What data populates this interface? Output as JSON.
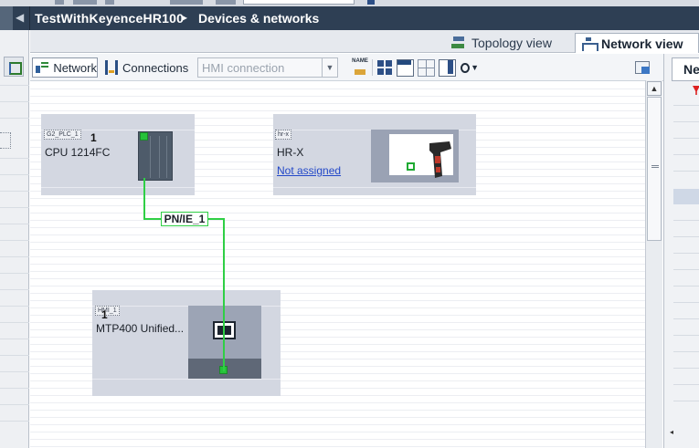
{
  "title_bar": {
    "project": "TestWithKeyenceHR100",
    "separator": "▸",
    "section": "Devices & networks"
  },
  "view_tabs": [
    {
      "label": "Topology view",
      "icon": "topology-icon",
      "active": false
    },
    {
      "label": "Network view",
      "icon": "network-view-icon",
      "active": true
    }
  ],
  "toolbar": {
    "network_label": "Network",
    "connections_label": "Connections",
    "connection_type": "HMI connection",
    "name_icon_text": "NAME"
  },
  "devices": {
    "plc": {
      "tag": "G2_PLC_1",
      "number": "1",
      "type": "CPU 1214FC"
    },
    "hr": {
      "tag": "hr-x",
      "number": "",
      "type": "HR-X",
      "link": "Not assigned"
    },
    "hmi": {
      "tag": "HMI_1",
      "number": "1",
      "type": "MTP400 Unified..."
    }
  },
  "network": {
    "subnet_label": "PN/IE_1"
  },
  "right_panel": {
    "tab_label": "Ne"
  },
  "colors": {
    "title_bar": "#2e3f54",
    "device_body": "#d3d7e1",
    "network_line": "#2fcf45",
    "link": "#2348c8"
  }
}
